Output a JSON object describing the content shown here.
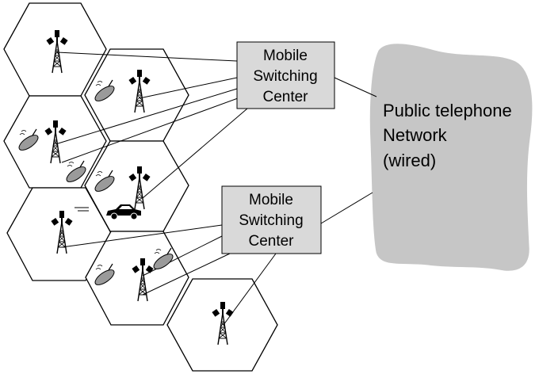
{
  "msc_upper": {
    "line1": "Mobile",
    "line2": "Switching",
    "line3": "Center"
  },
  "msc_lower": {
    "line1": "Mobile",
    "line2": "Switching",
    "line3": "Center"
  },
  "network": {
    "line1": "Public telephone",
    "line2": "Network",
    "line3": "(wired)"
  },
  "colors": {
    "msc_fill": "#d9d9d9",
    "cloud_fill": "#c6c6c6",
    "stroke": "#000000"
  }
}
